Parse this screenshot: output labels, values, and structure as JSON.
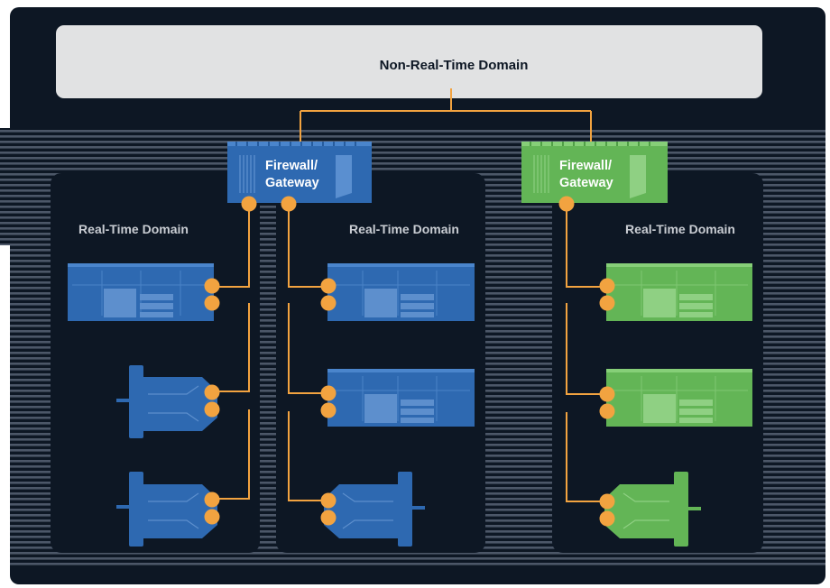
{
  "title": "Non-Real-Time Domain",
  "gateway_label_line1": "Firewall/",
  "gateway_label_line2": "Gateway",
  "domains": [
    {
      "label": "Real-Time Domain",
      "color": "#2e69b1"
    },
    {
      "label": "Real-Time Domain",
      "color": "#2e69b1"
    },
    {
      "label": "Real-Time Domain",
      "color": "#63b556"
    }
  ],
  "colors": {
    "background": "#0d1724",
    "header_box": "#e1e2e3",
    "connection_line": "#f2a340",
    "port": "#f2a340",
    "domain_label": "#c9cdd3",
    "blue_device": "#2e69b1",
    "green_device": "#63b556"
  },
  "icons": [
    "firewall-gateway-device",
    "drive-controller-device",
    "servo-motor-device",
    "connection-port"
  ]
}
